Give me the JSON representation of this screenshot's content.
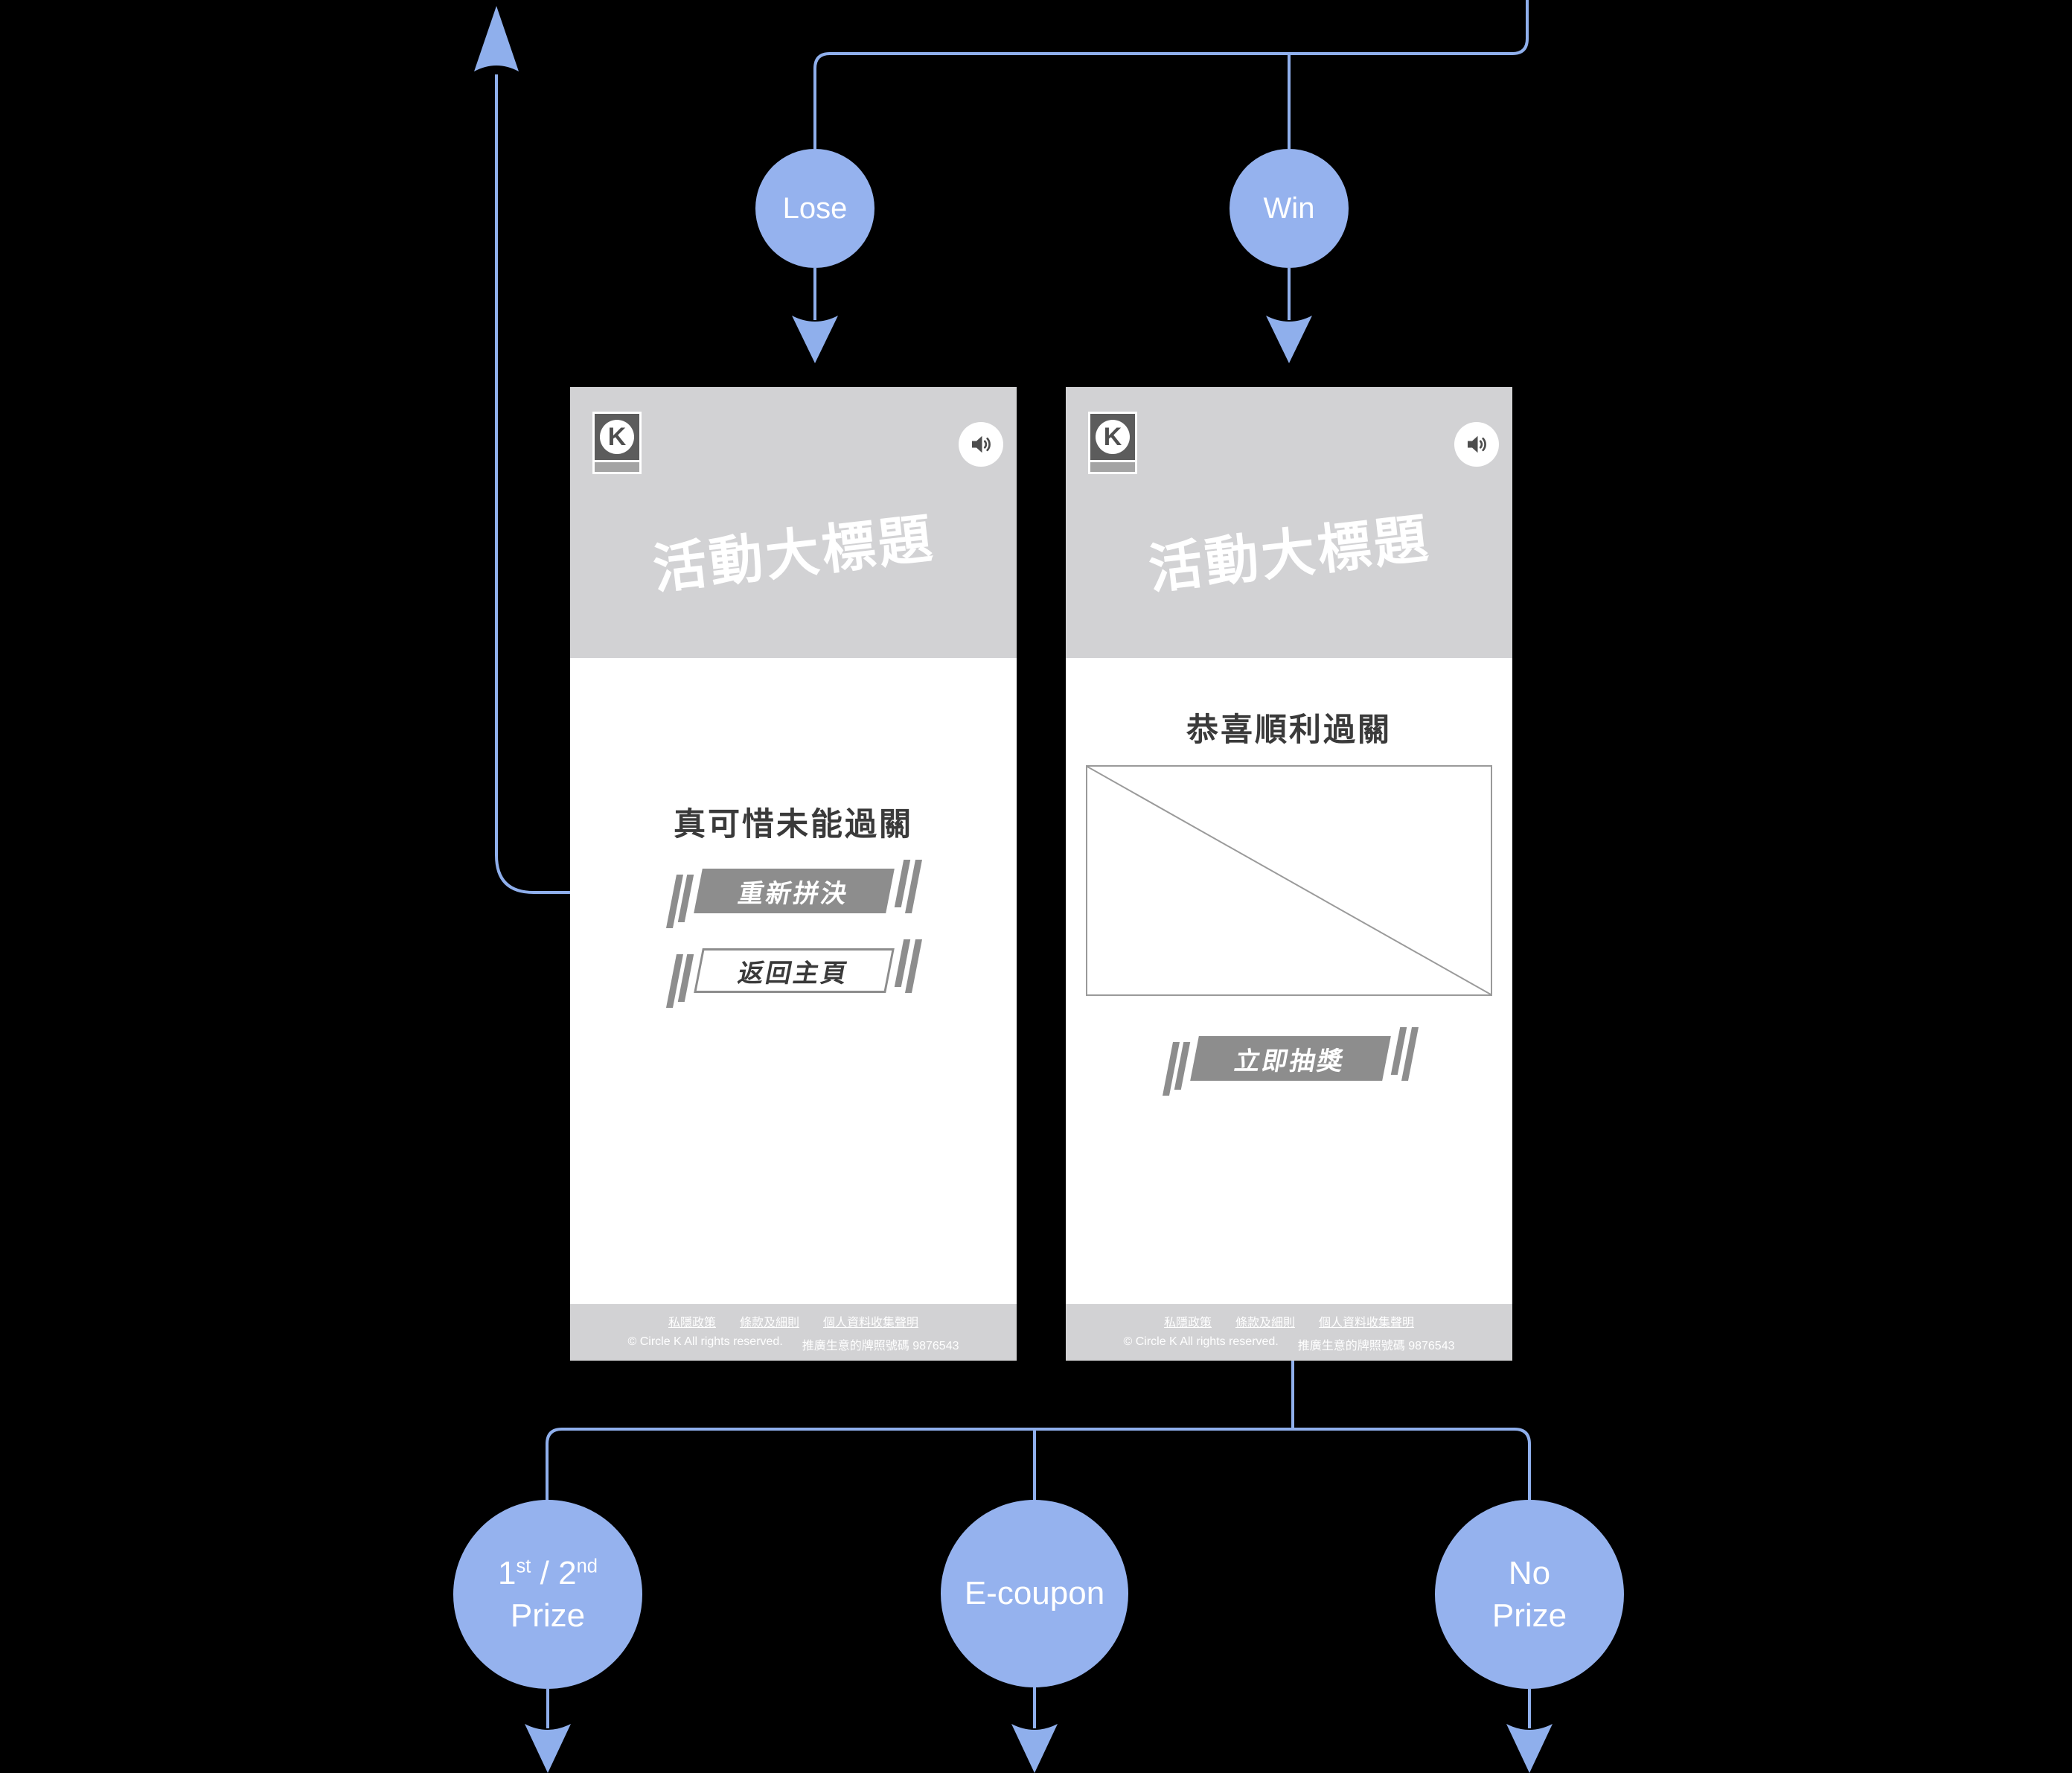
{
  "theme": {
    "accent_blue": "#95b2ee",
    "line_blue": "#8fafec",
    "panel_gray": "#d2d2d4",
    "button_gray": "#8d8d8d",
    "dark_text": "#3a3a3a",
    "logo_dark": "#5c5c5c",
    "logo_bar": "#a4a4a4",
    "background": "#000000"
  },
  "icons": {
    "sound": "speaker-wave-icon",
    "logo": "circle-k-logo"
  },
  "flow_nodes": {
    "lose": {
      "label": "Lose"
    },
    "win": {
      "label": "Win"
    },
    "prize12": {
      "num1": "1",
      "sup1": "st",
      "separator": " / ",
      "num2": "2",
      "sup2": "nd",
      "line2": "Prize"
    },
    "ecoupon": {
      "label": "E-coupon"
    },
    "noprize": {
      "line1": "No",
      "line2": "Prize"
    }
  },
  "phone_lose": {
    "logo_letter": "K",
    "title": "活動大標題",
    "result_text": "真可惜未能過關",
    "buttons": {
      "retry": "重新拼決",
      "home": "返回主頁"
    },
    "footer": {
      "links": [
        "私隱政策",
        "條款及細則",
        "個人資料收集聲明"
      ],
      "copyright": "© Circle K All rights reserved.",
      "license": "推廣生意的牌照號碼 9876543"
    }
  },
  "phone_win": {
    "logo_letter": "K",
    "title": "活動大標題",
    "result_text": "恭喜順利過關",
    "buttons": {
      "draw": "立即抽獎"
    },
    "footer": {
      "links": [
        "私隱政策",
        "條款及細則",
        "個人資料收集聲明"
      ],
      "copyright": "© Circle K All rights reserved.",
      "license": "推廣生意的牌照號碼 9876543"
    }
  }
}
